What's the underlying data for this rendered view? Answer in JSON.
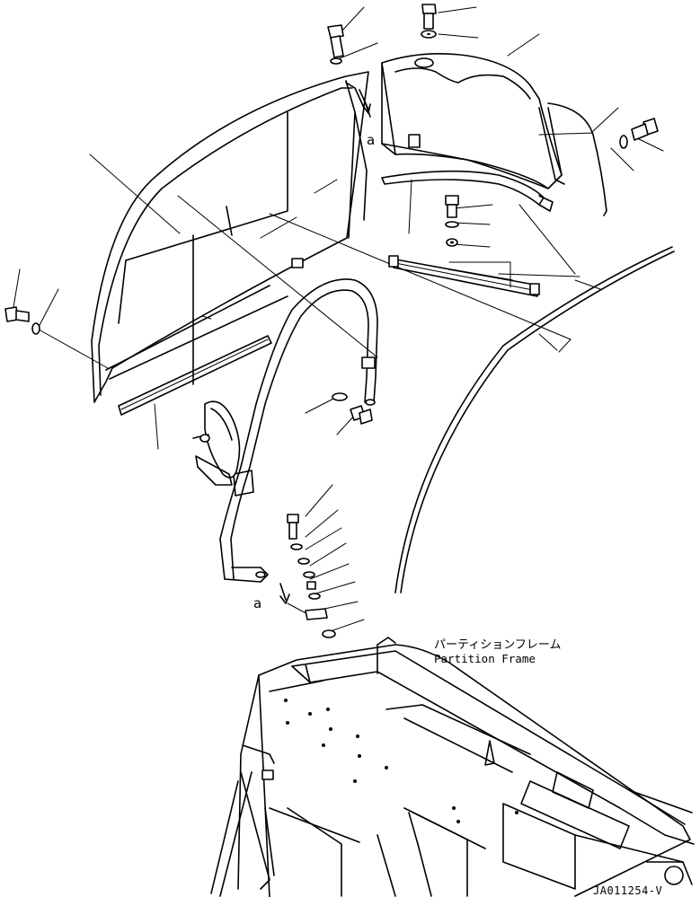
{
  "labels": {
    "view_a_top": "a",
    "view_a_bottom": "a",
    "partition_frame_jp": "パーティションフレーム",
    "partition_frame_en": "Partition Frame",
    "drawing_code": "JA011254-V"
  },
  "colors": {
    "line": "#000000",
    "background": "#ffffff"
  }
}
